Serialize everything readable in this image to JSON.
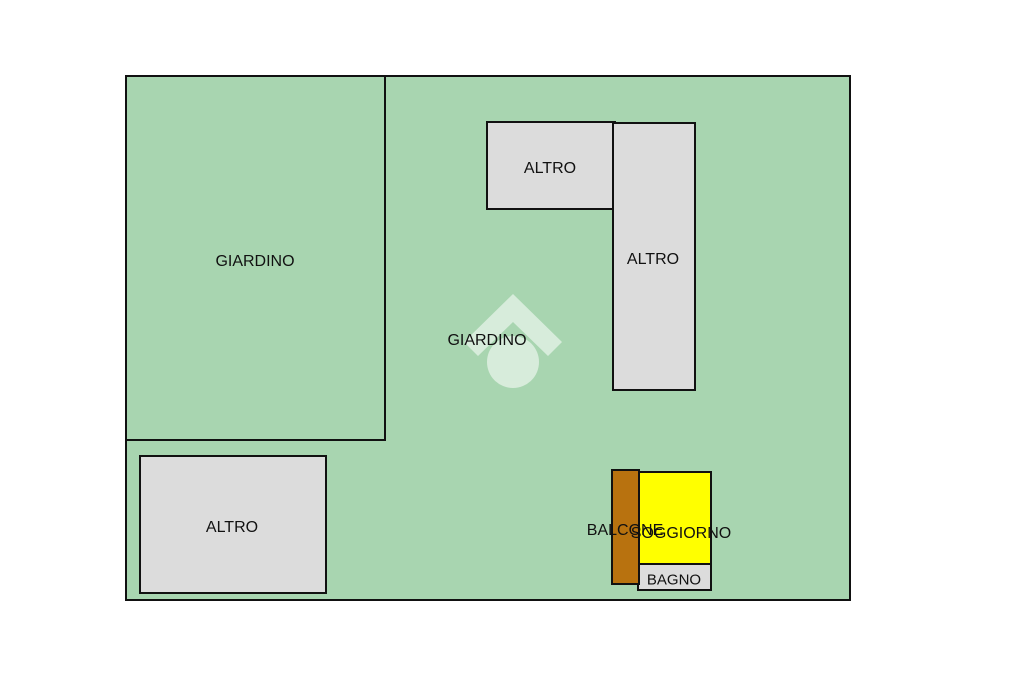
{
  "colors": {
    "garden": "#a8d5b0",
    "other": "#dcdcdc",
    "balcony": "#b8720f",
    "living": "#ffff00",
    "bath": "#dcdcdc",
    "border": "#111111",
    "watermark": "#ffffff"
  },
  "rooms": {
    "giardino_main": "GIARDINO",
    "giardino_left": "GIARDINO",
    "altro_top": "ALTRO",
    "altro_tall": "ALTRO",
    "altro_bottom_left": "ALTRO",
    "balcone": "BALCONE",
    "soggiorno": "SOGGIORNO",
    "bagno": "BAGNO"
  },
  "watermark": {
    "icon": "house-logo-icon"
  }
}
